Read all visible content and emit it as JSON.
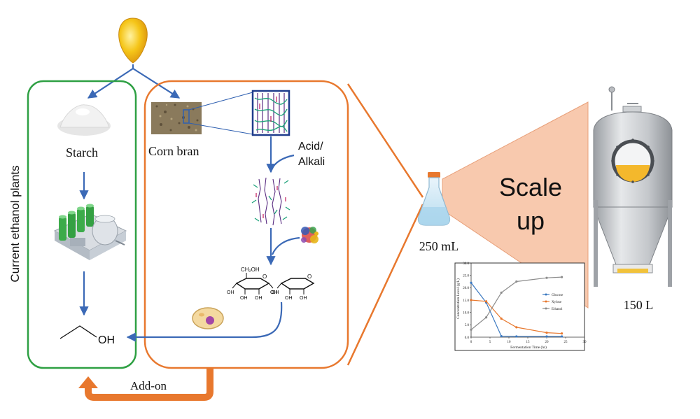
{
  "diagram": {
    "left_box_label": "Current ethanol plants",
    "starch_label": "Starch",
    "corn_bran_label": "Corn bran",
    "acid_line1": "Acid/",
    "acid_line2": "Alkali",
    "ethanol_oh": "OH",
    "glucose_ch2oh": "CH₂OH",
    "glucose_o": "O",
    "glucose_oh": "OH",
    "xylose_o": "O",
    "xylose_oh": "OH",
    "addon_label": "Add-on",
    "flask_volume": "250 mL",
    "scale_line1": "Scale",
    "scale_line2": "up",
    "tank_volume": "150 L",
    "colors": {
      "green_box": "#2ea043",
      "orange": "#e8782e",
      "blue_arrow": "#3b69b6",
      "scale_fill": "#f8c9ae"
    }
  },
  "chart_data": {
    "type": "line",
    "xlabel": "Fermentation Time (hr)",
    "ylabel": "Concentration Level (g/L)",
    "xlim": [
      0,
      30
    ],
    "ylim": [
      0,
      30
    ],
    "xticks": [
      "0",
      "5",
      "10",
      "15",
      "20",
      "25",
      "30"
    ],
    "yticks": [
      "0.0",
      "5.0",
      "10.0",
      "15.0",
      "20.0",
      "25.0",
      "30.0"
    ],
    "legend_position": "right",
    "series": [
      {
        "name": "Glucose",
        "color": "#3a78c0",
        "x": [
          0,
          4,
          8,
          12,
          20,
          24
        ],
        "y": [
          22,
          14,
          0.4,
          0.3,
          0.3,
          0.3
        ]
      },
      {
        "name": "Xylose",
        "color": "#e8782e",
        "x": [
          0,
          4,
          8,
          12,
          20,
          24
        ],
        "y": [
          15,
          14.5,
          7.5,
          4,
          1.8,
          1.5
        ]
      },
      {
        "name": "Ethanol",
        "color": "#8c8c8c",
        "x": [
          0,
          4,
          8,
          12,
          20,
          24
        ],
        "y": [
          3,
          8,
          18,
          22.5,
          24,
          24.3
        ]
      }
    ]
  }
}
